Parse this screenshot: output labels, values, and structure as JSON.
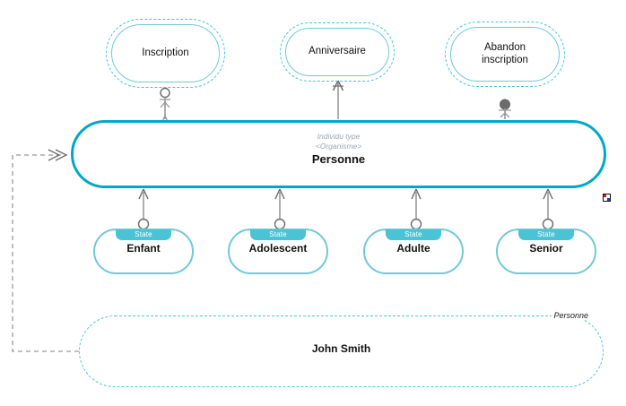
{
  "diagram": {
    "title": "Personne individu type diagram",
    "colors": {
      "primary_teal": "#00A8C8",
      "light_teal": "#6FC9D8",
      "badge_teal": "#4CC3D4",
      "dashed_teal": "#45C3DC",
      "connector_gray": "#9A9A9A",
      "meta_gray": "#9AA7B4"
    }
  },
  "usecases": [
    {
      "label": "Inscription",
      "actor": "hollow-actor-icon"
    },
    {
      "label": "Anniversaire",
      "actor": "arrow-connector"
    },
    {
      "label": "Abandon\ninscription",
      "actor": "filled-actor-icon"
    }
  ],
  "class_node": {
    "meta_line1": "Individu type",
    "meta_line2": "<Organisme>",
    "name": "Personne"
  },
  "states": [
    {
      "badge": "State",
      "name": "Enfant"
    },
    {
      "badge": "State",
      "name": "Adolescent"
    },
    {
      "badge": "State",
      "name": "Adulte"
    },
    {
      "badge": "State",
      "name": "Senior"
    }
  ],
  "instance": {
    "name": "John Smith",
    "type_label": "Personne"
  }
}
